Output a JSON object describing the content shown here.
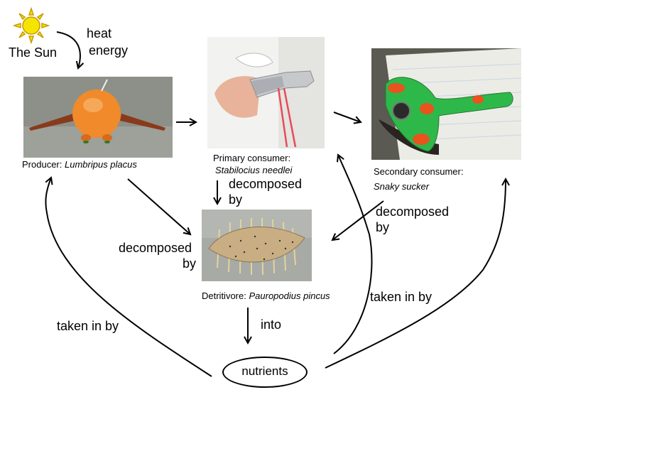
{
  "sun": {
    "label": "The Sun",
    "energy_line1": "heat",
    "energy_line2": "energy"
  },
  "producer": {
    "role": "Producer:",
    "name": "Lumbripus placus",
    "icon": "orange-creature-sculpture"
  },
  "primary": {
    "role": "Primary consumer:",
    "name": "Stabilocius needlei",
    "icon": "foil-creature-sculpture"
  },
  "secondary": {
    "role": "Secondary consumer:",
    "name": "Snaky sucker",
    "icon": "green-snake-sculpture"
  },
  "detritivore": {
    "role": "Detritivore:",
    "name": "Pauropodius pincus",
    "icon": "leaf-bug-sculpture"
  },
  "nutrients": {
    "label": "nutrients"
  },
  "edges": {
    "decomposed_line1": "decomposed",
    "by": "by",
    "into": "into",
    "taken_in_by": "taken in by"
  },
  "colors": {
    "sun": "#f5e400",
    "sun_outline": "#c89b00",
    "arrow": "#000000"
  }
}
